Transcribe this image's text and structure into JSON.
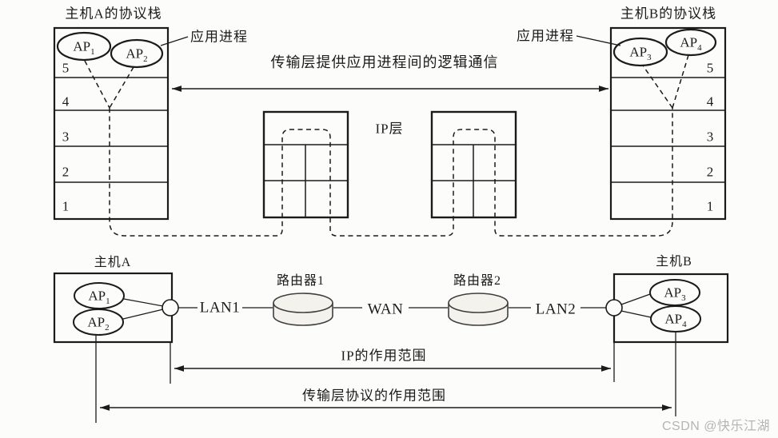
{
  "colors": {
    "line": "#1b1b1b",
    "background": "#fcfcfa",
    "cylinder_fill": "#f4f2ed",
    "cylinder_stroke": "#3f3f3f",
    "watermark": "#b5b5b5"
  },
  "ap_labels": {
    "ap1": {
      "base": "AP",
      "sub": "1"
    },
    "ap2": {
      "base": "AP",
      "sub": "2"
    },
    "ap3": {
      "base": "AP",
      "sub": "3"
    },
    "ap4": {
      "base": "AP",
      "sub": "4"
    }
  },
  "top": {
    "host_a": {
      "title": "主机A的协议栈",
      "app_process_label": "应用进程",
      "layers": [
        "5",
        "4",
        "3",
        "2",
        "1"
      ]
    },
    "host_b": {
      "title": "主机B的协议栈",
      "app_process_label": "应用进程",
      "layers": [
        "5",
        "4",
        "3",
        "2",
        "1"
      ]
    },
    "transport_arrow_label": "传输层提供应用进程间的逻辑通信",
    "ip_layer_label": "IP层"
  },
  "bottom": {
    "host_a_title": "主机A",
    "host_b_title": "主机B",
    "router1_label": "路由器1",
    "router2_label": "路由器2",
    "lan1_label": "LAN1",
    "wan_label": "WAN",
    "lan2_label": "LAN2",
    "ip_scope_label": "IP的作用范围",
    "transport_scope_label": "传输层协议的作用范围"
  },
  "watermark": "CSDN @快乐江湖"
}
